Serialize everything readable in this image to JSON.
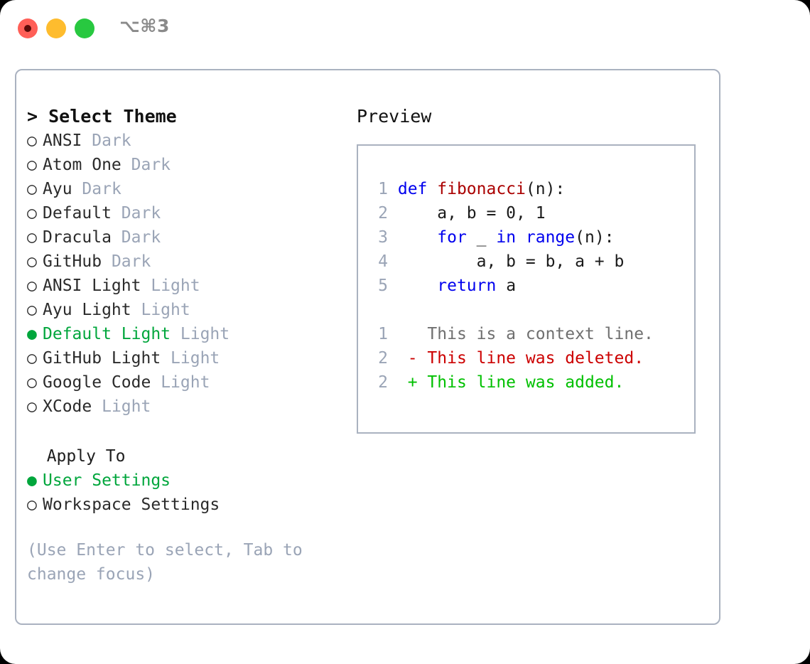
{
  "window": {
    "shortcut_label": "⌥⌘3",
    "traffic_lights": [
      {
        "name": "close",
        "color": "#FF5F57",
        "recording": true
      },
      {
        "name": "minimize",
        "color": "#FEBC2E",
        "recording": false
      },
      {
        "name": "maximize",
        "color": "#28C840",
        "recording": false
      }
    ]
  },
  "colors": {
    "accent_green": "#00a63c",
    "muted": "#9aa4b6",
    "border": "#aab2c0",
    "keyword_blue": "#0000ee",
    "function_red": "#aa0000",
    "diff_add": "#00c000",
    "diff_del": "#cc0000"
  },
  "theme_list": {
    "header": "> Select Theme",
    "items": [
      {
        "bullet": "○",
        "label": "ANSI",
        "variant": "Dark",
        "selected": false
      },
      {
        "bullet": "○",
        "label": "Atom One",
        "variant": "Dark",
        "selected": false
      },
      {
        "bullet": "○",
        "label": "Ayu",
        "variant": "Dark",
        "selected": false
      },
      {
        "bullet": "○",
        "label": "Default",
        "variant": "Dark",
        "selected": false
      },
      {
        "bullet": "○",
        "label": "Dracula",
        "variant": "Dark",
        "selected": false
      },
      {
        "bullet": "○",
        "label": "GitHub",
        "variant": "Dark",
        "selected": false
      },
      {
        "bullet": "○",
        "label": "ANSI Light",
        "variant": "Light",
        "selected": false
      },
      {
        "bullet": "○",
        "label": "Ayu Light",
        "variant": "Light",
        "selected": false
      },
      {
        "bullet": "●",
        "label": "Default Light",
        "variant": "Light",
        "selected": true
      },
      {
        "bullet": "○",
        "label": "GitHub Light",
        "variant": "Light",
        "selected": false
      },
      {
        "bullet": "○",
        "label": "Google Code",
        "variant": "Light",
        "selected": false
      },
      {
        "bullet": "○",
        "label": "XCode",
        "variant": "Light",
        "selected": false
      }
    ]
  },
  "apply_to": {
    "header": "  Apply To",
    "items": [
      {
        "bullet": "●",
        "label": "User Settings",
        "selected": true
      },
      {
        "bullet": "○",
        "label": "Workspace Settings",
        "selected": false
      }
    ]
  },
  "hint": "(Use Enter to select, Tab to change focus)",
  "preview": {
    "title": "Preview",
    "code_lines": [
      {
        "no": "1",
        "tokens": [
          {
            "t": "def ",
            "c": "kw"
          },
          {
            "t": "fibonacci",
            "c": "fn"
          },
          {
            "t": "(n):",
            "c": "plain"
          }
        ]
      },
      {
        "no": "2",
        "tokens": [
          {
            "t": "    a, b = 0, 1",
            "c": "plain"
          }
        ]
      },
      {
        "no": "3",
        "tokens": [
          {
            "t": "    ",
            "c": "plain"
          },
          {
            "t": "for",
            "c": "kw"
          },
          {
            "t": " _ ",
            "c": "plain"
          },
          {
            "t": "in range",
            "c": "kw"
          },
          {
            "t": "(n):",
            "c": "plain"
          }
        ]
      },
      {
        "no": "4",
        "tokens": [
          {
            "t": "        a, b = b, a + b",
            "c": "plain"
          }
        ]
      },
      {
        "no": "5",
        "tokens": [
          {
            "t": "    ",
            "c": "plain"
          },
          {
            "t": "return",
            "c": "kw"
          },
          {
            "t": " a",
            "c": "plain"
          }
        ]
      }
    ],
    "diff_lines": [
      {
        "no": "1",
        "marker": "  ",
        "text": "This is a context line.",
        "kind": "ctx"
      },
      {
        "no": "2",
        "marker": "- ",
        "text": "This line was deleted.",
        "kind": "del"
      },
      {
        "no": "2",
        "marker": "+ ",
        "text": "This line was added.",
        "kind": "add"
      }
    ]
  }
}
